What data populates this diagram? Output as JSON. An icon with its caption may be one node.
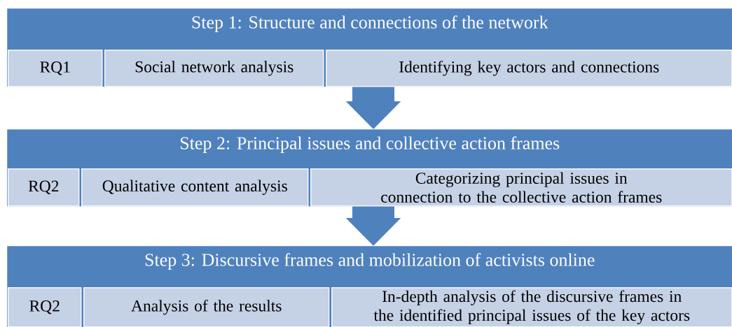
{
  "diagram": {
    "nodes": [
      {
        "text": [
          "Step 1: Structure and connections of the network"
        ]
      },
      {
        "text": [
          "RQ1"
        ],
        "in": 0
      },
      {
        "text": [
          "Social network analysis"
        ],
        "in": 0
      },
      {
        "text": [
          "Identifying key actors and connections"
        ],
        "in": 0
      },
      {
        "text": [
          "Step 2: Principal issues and collective action frames"
        ]
      },
      {
        "text": [
          "RQ2"
        ],
        "in": 4
      },
      {
        "text": [
          "Qualitative content analysis"
        ],
        "in": 4
      },
      {
        "text": [
          "Categorizing principal issues in connection to the collective action frames"
        ],
        "in": 4
      },
      {
        "text": [
          "Step 3: Discursive frames and mobilization of activists online"
        ]
      },
      {
        "text": [
          "RQ2"
        ],
        "in": 8
      },
      {
        "text": [
          "Analysis of the results"
        ],
        "in": 8
      },
      {
        "text": [
          "In-depth analysis of the discursive frames in the identified principal issues of the key actors"
        ],
        "in": 8
      }
    ],
    "edges": [
      {
        "from": 0,
        "to": 4,
        "arrow": "to"
      },
      {
        "from": 4,
        "to": 8,
        "arrow": "to"
      }
    ]
  }
}
